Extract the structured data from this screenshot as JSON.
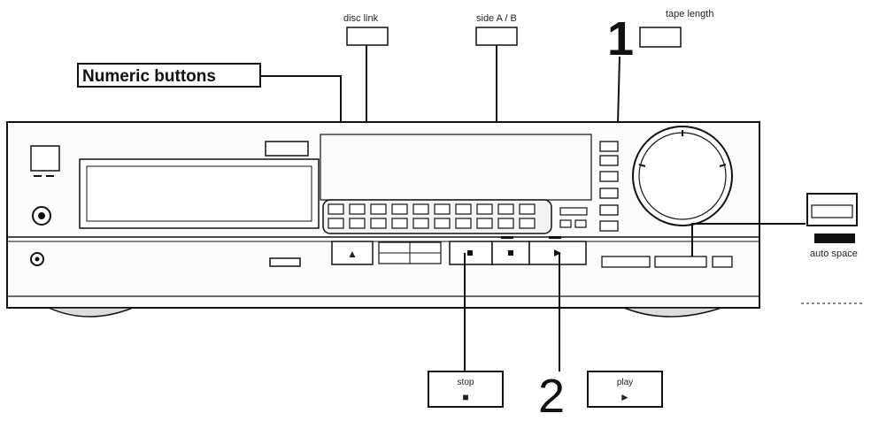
{
  "labels": {
    "numeric_buttons": "Numeric buttons",
    "disc_link": "disc link",
    "side_ab": "side A / B",
    "tape_length": "tape length",
    "auto_space": "auto space",
    "stop": "stop",
    "play": "play"
  },
  "steps": {
    "step1": "1",
    "step2": "2"
  },
  "icons": {
    "stop_symbol": "■",
    "play_symbol": "►",
    "eject_symbol": "▲"
  }
}
